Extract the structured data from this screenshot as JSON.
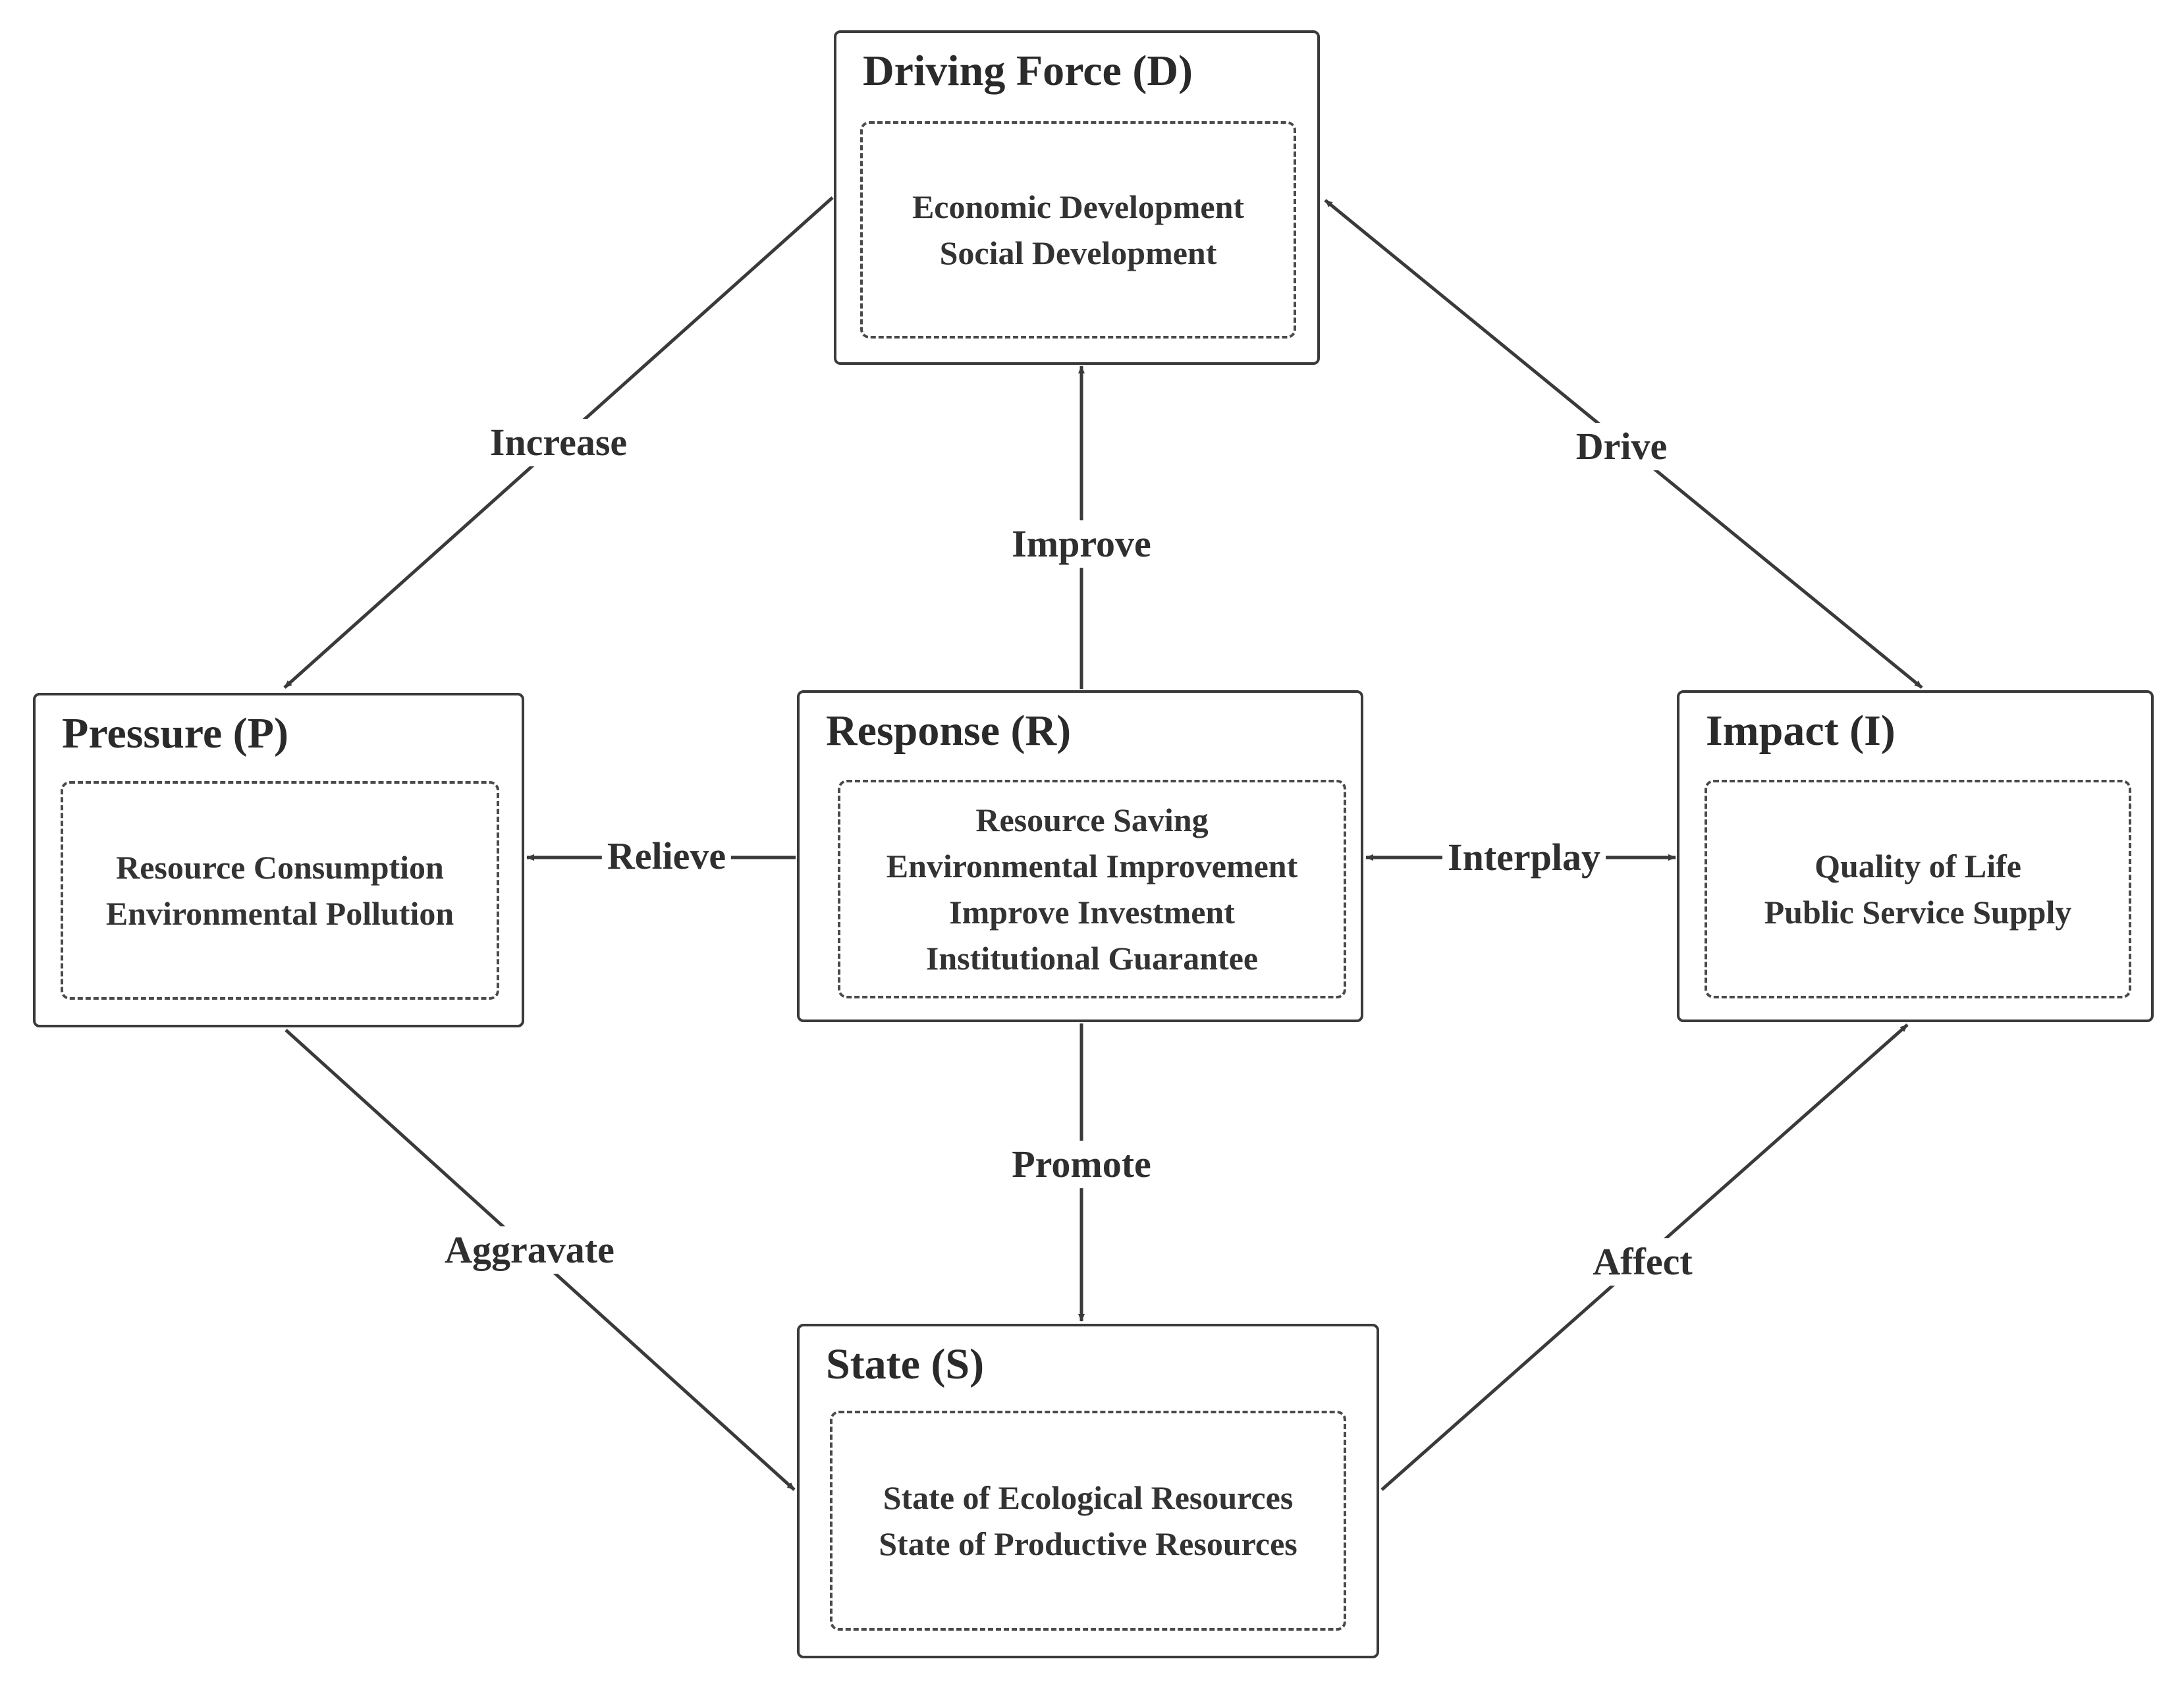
{
  "nodes": {
    "driving_force": {
      "title": "Driving Force (D)",
      "items": [
        "Economic Development",
        "Social Development"
      ]
    },
    "pressure": {
      "title": "Pressure (P)",
      "items": [
        "Resource Consumption",
        "Environmental Pollution"
      ]
    },
    "response": {
      "title": "Response (R)",
      "items": [
        "Resource Saving",
        "Environmental Improvement",
        "Improve Investment",
        "Institutional Guarantee"
      ]
    },
    "impact": {
      "title": "Impact (I)",
      "items": [
        "Quality of Life",
        "Public Service Supply"
      ]
    },
    "state": {
      "title": "State (S)",
      "items": [
        "State of Ecological Resources",
        "State of Productive Resources"
      ]
    }
  },
  "edges": {
    "increase": {
      "label": "Increase",
      "from": "Driving Force (D)",
      "to": "Pressure (P)"
    },
    "drive": {
      "label": "Drive",
      "from": "Driving Force (D)",
      "to": "Impact (I)",
      "bidirectional": true
    },
    "improve": {
      "label": "Improve",
      "from": "Response (R)",
      "to": "Driving Force (D)"
    },
    "relieve": {
      "label": "Relieve",
      "from": "Response (R)",
      "to": "Pressure (P)"
    },
    "interplay": {
      "label": "Interplay",
      "from": "Response (R)",
      "to": "Impact (I)",
      "bidirectional": true
    },
    "promote": {
      "label": "Promote",
      "from": "Response (R)",
      "to": "State (S)"
    },
    "aggravate": {
      "label": "Aggravate",
      "from": "Pressure (P)",
      "to": "State (S)"
    },
    "affect": {
      "label": "Affect",
      "from": "State (S)",
      "to": "Impact (I)"
    }
  },
  "colors": {
    "stroke": "#3a3a3a",
    "text": "#2f2f2f",
    "background": "#ffffff"
  }
}
